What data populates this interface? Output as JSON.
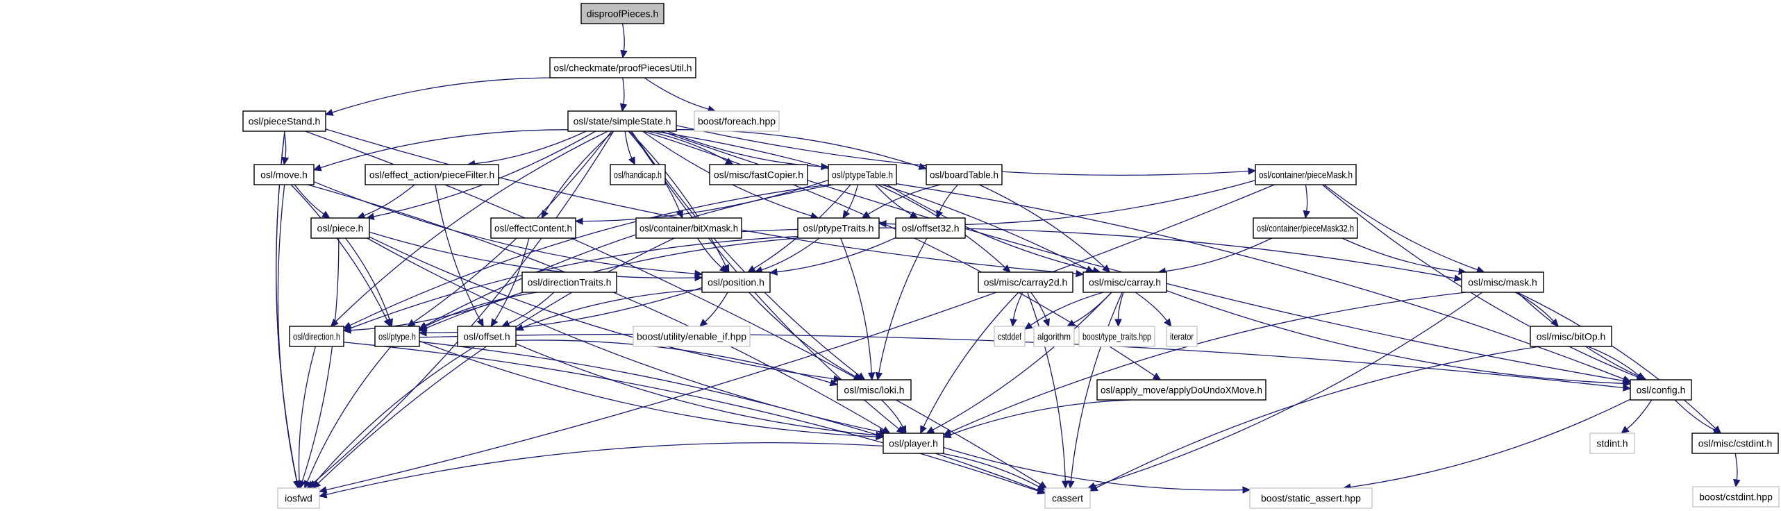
{
  "title": "disproofPieces.h",
  "colors": {
    "edge": "#191970",
    "root_fill": "#bfbfbf",
    "node_border": "#000000",
    "external_border": "#bfbfbf"
  },
  "nodes": {
    "disproofPieces": {
      "label": "disproofPieces.h",
      "kind": "root"
    },
    "proofPiecesUtil": {
      "label": "osl/checkmate/proofPiecesUtil.h",
      "kind": "internal"
    },
    "pieceStand": {
      "label": "osl/pieceStand.h",
      "kind": "internal"
    },
    "simpleState": {
      "label": "osl/state/simpleState.h",
      "kind": "internal"
    },
    "foreach": {
      "label": "boost/foreach.hpp",
      "kind": "external"
    },
    "move": {
      "label": "osl/move.h",
      "kind": "internal"
    },
    "pieceFilter": {
      "label": "osl/effect_action/pieceFilter.h",
      "kind": "internal"
    },
    "handicap": {
      "label": "osl/handicap.h",
      "kind": "internal"
    },
    "fastCopier": {
      "label": "osl/misc/fastCopier.h",
      "kind": "internal"
    },
    "ptypeTable": {
      "label": "osl/ptypeTable.h",
      "kind": "internal"
    },
    "boardTable": {
      "label": "osl/boardTable.h",
      "kind": "internal"
    },
    "pieceMask": {
      "label": "osl/container/pieceMask.h",
      "kind": "internal"
    },
    "piece": {
      "label": "osl/piece.h",
      "kind": "internal"
    },
    "effectContent": {
      "label": "osl/effectContent.h",
      "kind": "internal"
    },
    "bitXmask": {
      "label": "osl/container/bitXmask.h",
      "kind": "internal"
    },
    "ptypeTraits": {
      "label": "osl/ptypeTraits.h",
      "kind": "internal"
    },
    "offset32": {
      "label": "osl/offset32.h",
      "kind": "internal"
    },
    "pieceMask32": {
      "label": "osl/container/pieceMask32.h",
      "kind": "internal"
    },
    "directionTraits": {
      "label": "osl/directionTraits.h",
      "kind": "internal"
    },
    "position": {
      "label": "osl/position.h",
      "kind": "internal"
    },
    "carray2d": {
      "label": "osl/misc/carray2d.h",
      "kind": "internal"
    },
    "carray": {
      "label": "osl/misc/carray.h",
      "kind": "internal"
    },
    "mask": {
      "label": "osl/misc/mask.h",
      "kind": "internal"
    },
    "direction": {
      "label": "osl/direction.h",
      "kind": "internal"
    },
    "ptype": {
      "label": "osl/ptype.h",
      "kind": "internal"
    },
    "offset": {
      "label": "osl/offset.h",
      "kind": "internal"
    },
    "enable_if": {
      "label": "boost/utility/enable_if.hpp",
      "kind": "external"
    },
    "cstddef": {
      "label": "cstddef",
      "kind": "external"
    },
    "algorithm": {
      "label": "algorithm",
      "kind": "external"
    },
    "type_traits": {
      "label": "boost/type_traits.hpp",
      "kind": "external"
    },
    "iterator": {
      "label": "iterator",
      "kind": "external"
    },
    "bitOp": {
      "label": "osl/misc/bitOp.h",
      "kind": "internal"
    },
    "loki": {
      "label": "osl/misc/loki.h",
      "kind": "internal"
    },
    "applyDoUndoXMove": {
      "label": "osl/apply_move/applyDoUndoXMove.h",
      "kind": "internal"
    },
    "config": {
      "label": "osl/config.h",
      "kind": "internal"
    },
    "player": {
      "label": "osl/player.h",
      "kind": "internal"
    },
    "stdint": {
      "label": "stdint.h",
      "kind": "external"
    },
    "cstdint": {
      "label": "osl/misc/cstdint.h",
      "kind": "internal"
    },
    "iosfwd": {
      "label": "iosfwd",
      "kind": "external"
    },
    "cassert": {
      "label": "cassert",
      "kind": "external"
    },
    "static_assert": {
      "label": "boost/static_assert.hpp",
      "kind": "external"
    },
    "boost_cstdint": {
      "label": "boost/cstdint.hpp",
      "kind": "external"
    }
  },
  "edges": [
    [
      "disproofPieces",
      "proofPiecesUtil"
    ],
    [
      "proofPiecesUtil",
      "pieceStand"
    ],
    [
      "proofPiecesUtil",
      "simpleState"
    ],
    [
      "proofPiecesUtil",
      "foreach"
    ],
    [
      "pieceStand",
      "move"
    ],
    [
      "pieceStand",
      "iosfwd"
    ],
    [
      "pieceStand",
      "cassert"
    ],
    [
      "pieceStand",
      "carray"
    ],
    [
      "pieceStand",
      "iosfwd"
    ],
    [
      "simpleState",
      "move"
    ],
    [
      "simpleState",
      "pieceFilter"
    ],
    [
      "simpleState",
      "handicap"
    ],
    [
      "simpleState",
      "fastCopier"
    ],
    [
      "simpleState",
      "ptypeTable"
    ],
    [
      "simpleState",
      "boardTable"
    ],
    [
      "simpleState",
      "pieceMask"
    ],
    [
      "simpleState",
      "piece"
    ],
    [
      "simpleState",
      "effectContent"
    ],
    [
      "simpleState",
      "bitXmask"
    ],
    [
      "simpleState",
      "ptypeTraits"
    ],
    [
      "simpleState",
      "ptype"
    ],
    [
      "simpleState",
      "direction"
    ],
    [
      "simpleState",
      "carray"
    ],
    [
      "simpleState",
      "loki"
    ],
    [
      "simpleState",
      "applyDoUndoXMove"
    ],
    [
      "simpleState",
      "player"
    ],
    [
      "simpleState",
      "iosfwd"
    ],
    [
      "simpleState",
      "config"
    ],
    [
      "simpleState",
      "position"
    ],
    [
      "move",
      "piece"
    ],
    [
      "move",
      "ptype"
    ],
    [
      "move",
      "position"
    ],
    [
      "move",
      "player"
    ],
    [
      "move",
      "iosfwd"
    ],
    [
      "pieceFilter",
      "piece"
    ],
    [
      "pieceFilter",
      "offset"
    ],
    [
      "ptypeTable",
      "ptypeTraits"
    ],
    [
      "ptypeTable",
      "offset32"
    ],
    [
      "ptypeTable",
      "effectContent"
    ],
    [
      "ptypeTable",
      "carray"
    ],
    [
      "ptypeTable",
      "carray2d"
    ],
    [
      "ptypeTable",
      "direction"
    ],
    [
      "ptypeTable",
      "position"
    ],
    [
      "ptypeTable",
      "ptype"
    ],
    [
      "ptypeTable",
      "config"
    ],
    [
      "boardTable",
      "offset32"
    ],
    [
      "boardTable",
      "carray"
    ],
    [
      "boardTable",
      "ptypeTraits"
    ],
    [
      "pieceMask",
      "pieceMask32"
    ],
    [
      "pieceMask",
      "mask"
    ],
    [
      "pieceMask",
      "ptypeTraits"
    ],
    [
      "pieceMask",
      "config"
    ],
    [
      "pieceMask",
      "iosfwd"
    ],
    [
      "piece",
      "position"
    ],
    [
      "piece",
      "ptype"
    ],
    [
      "piece",
      "player"
    ],
    [
      "piece",
      "iosfwd"
    ],
    [
      "piece",
      "loki"
    ],
    [
      "effectContent",
      "offset"
    ],
    [
      "bitXmask",
      "position"
    ],
    [
      "bitXmask",
      "mask"
    ],
    [
      "bitXmask",
      "iosfwd"
    ],
    [
      "ptypeTraits",
      "position"
    ],
    [
      "ptypeTraits",
      "ptype"
    ],
    [
      "ptypeTraits",
      "loki"
    ],
    [
      "ptypeTraits",
      "direction"
    ],
    [
      "offset32",
      "position"
    ],
    [
      "offset32",
      "loki"
    ],
    [
      "pieceMask32",
      "carray"
    ],
    [
      "pieceMask32",
      "mask"
    ],
    [
      "directionTraits",
      "direction"
    ],
    [
      "directionTraits",
      "ptype"
    ],
    [
      "directionTraits",
      "offset"
    ],
    [
      "position",
      "offset"
    ],
    [
      "position",
      "enable_if"
    ],
    [
      "position",
      "loki"
    ],
    [
      "position",
      "ptype"
    ],
    [
      "carray2d",
      "cstddef"
    ],
    [
      "carray2d",
      "algorithm"
    ],
    [
      "carray2d",
      "player"
    ],
    [
      "carray2d",
      "cassert"
    ],
    [
      "carray",
      "cstddef"
    ],
    [
      "carray",
      "algorithm"
    ],
    [
      "carray",
      "type_traits"
    ],
    [
      "carray",
      "iterator"
    ],
    [
      "carray",
      "config"
    ],
    [
      "carray",
      "player"
    ],
    [
      "carray",
      "cassert"
    ],
    [
      "mask",
      "bitOp"
    ],
    [
      "mask",
      "config"
    ],
    [
      "mask",
      "cstdint"
    ],
    [
      "mask",
      "player"
    ],
    [
      "mask",
      "cassert"
    ],
    [
      "direction",
      "iosfwd"
    ],
    [
      "direction",
      "cassert"
    ],
    [
      "ptype",
      "player"
    ],
    [
      "ptype",
      "config"
    ],
    [
      "ptype",
      "iosfwd"
    ],
    [
      "ptype",
      "cassert"
    ],
    [
      "offset",
      "player"
    ],
    [
      "offset",
      "loki"
    ],
    [
      "offset",
      "iosfwd"
    ],
    [
      "bitOp",
      "config"
    ],
    [
      "bitOp",
      "cassert"
    ],
    [
      "loki",
      "player"
    ],
    [
      "applyDoUndoXMove",
      "player"
    ],
    [
      "config",
      "stdint"
    ],
    [
      "config",
      "cstdint"
    ],
    [
      "config",
      "static_assert"
    ],
    [
      "player",
      "iosfwd"
    ],
    [
      "player",
      "cassert"
    ],
    [
      "player",
      "static_assert"
    ],
    [
      "cstdint",
      "boost_cstdint"
    ]
  ]
}
